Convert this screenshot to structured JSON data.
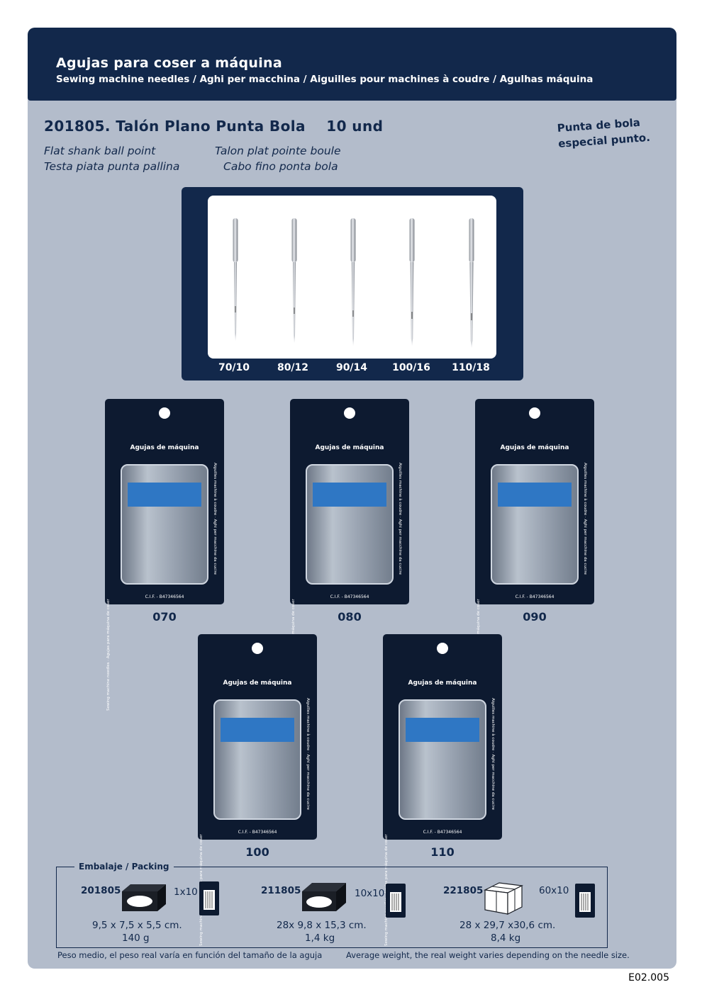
{
  "header": {
    "title": "Agujas para coser a máquina",
    "subtitle": "Sewing machine needles / Aghi per macchina / Aiguilles pour machines à coudre / Agulhas máquina"
  },
  "product": {
    "title": "201805. Talón Plano Punta Bola    10 und",
    "names": {
      "en": "Flat shank ball point",
      "it": "Testa piata punta pallina",
      "fr": "Talon plat pointe boule",
      "pt": "Cabo fino ponta bola"
    },
    "note_line1": "Punta de bola",
    "note_line2": "especial punto."
  },
  "needle_sizes": [
    "70/10",
    "80/12",
    "90/14",
    "100/16",
    "110/18"
  ],
  "packs": [
    {
      "code": "070",
      "title": "Agujas de máquina",
      "cif": "C.I.F. - B47346564",
      "left_text": "Sewing machine needles · Agujas para máquina de coser",
      "right_text": "Aiguilles machine à coudre · Aghi per macchine da cucire"
    },
    {
      "code": "080",
      "title": "Agujas de máquina",
      "cif": "C.I.F. - B47346564",
      "left_text": "Sewing machine needles · Agujas para máquina de coser",
      "right_text": "Aiguilles machine à coudre · Aghi per macchine da cucire"
    },
    {
      "code": "090",
      "title": "Agujas de máquina",
      "cif": "C.I.F. - B47346564",
      "left_text": "Sewing machine needles · Agujas para máquina de coser",
      "right_text": "Aiguilles machine à coudre · Aghi per macchine da cucire"
    },
    {
      "code": "100",
      "title": "Agujas de máquina",
      "cif": "C.I.F. - B47346564",
      "left_text": "Sewing machine needles · Agujas para máquina de coser",
      "right_text": "Aiguilles machine à coudre · Aghi per macchine da cucire"
    },
    {
      "code": "110",
      "title": "Agujas de máquina",
      "cif": "C.I.F. - B47346564",
      "left_text": "Sewing machine needles · Agujas para máquina de coser",
      "right_text": "Aiguilles machine à coudre · Aghi per macchine da cucire"
    }
  ],
  "packing": {
    "legend": "Embalaje / Packing",
    "items": [
      {
        "code": "201805",
        "qty": "1x10",
        "dims": "9,5 x 7,5 x 5,5 cm.",
        "weight": "140 g"
      },
      {
        "code": "211805",
        "qty": "10x10",
        "dims": "28x 9,8 x 15,3 cm.",
        "weight": "1,4 kg"
      },
      {
        "code": "221805",
        "qty": "60x10",
        "dims": "28 x 29,7 x30,6 cm.",
        "weight": "8,4 kg"
      }
    ]
  },
  "footer": {
    "note_es": "Peso medio, el peso real varía en función del tamaño de la aguja",
    "note_en": "Average weight, the real weight varies depending on the needle size.",
    "page_code": "E02.005"
  },
  "colors": {
    "navy": "#12284b",
    "panel": "#b3bccb",
    "pack_bg": "#0d1a30",
    "label_blue": "#2f77c4"
  }
}
